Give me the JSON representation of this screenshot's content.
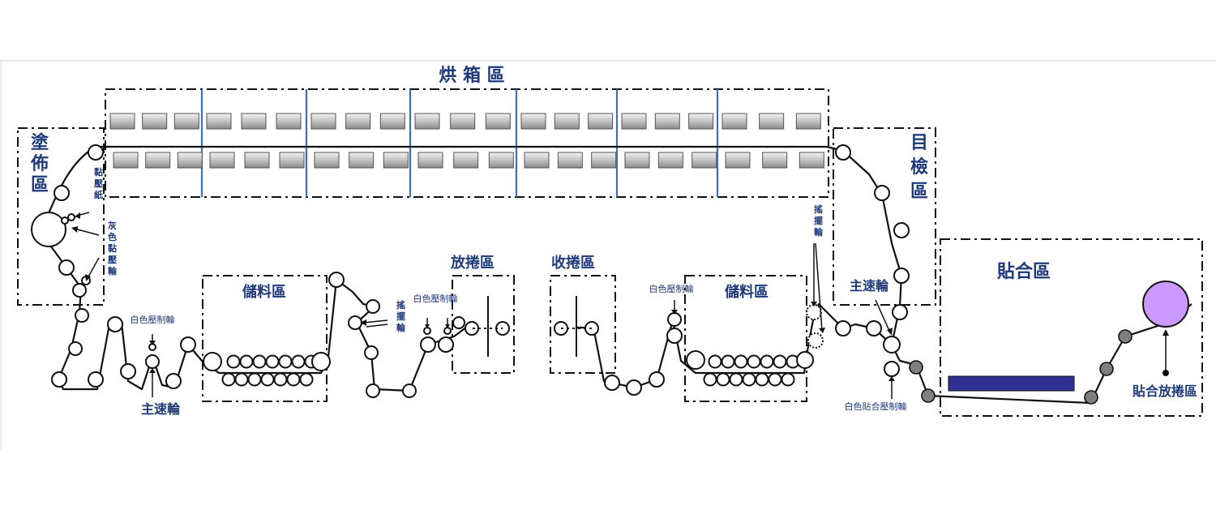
{
  "zones": {
    "oven": "烘 箱 區",
    "coating": "塗佈區",
    "inspection": "目檢區",
    "storage_left": "儲料區",
    "storage_right": "儲料區",
    "unwind": "放捲區",
    "rewind": "收捲區",
    "laminate": "貼合區"
  },
  "labels": {
    "release_paper": "黏壓紙",
    "gray_press_wheel": "灰色黏壓輪",
    "white_press_left": "白色壓制輪",
    "main_speed_left": "主速輪",
    "swing_left": "搖擺輪",
    "white_press_mid": "白色壓制輪",
    "white_press_right": "白色壓制輪",
    "swing_right": "搖擺輪",
    "main_speed_right": "主速輪",
    "white_laminate_press": "白色貼合壓制輪",
    "laminate_rewind": "貼合放捲區"
  },
  "colors": {
    "label_blue": "#1f3a7a",
    "separator_blue": "#3f6fb6",
    "heater_gray": "#b8b8b8",
    "laminate_bar": "#2e3192",
    "laminate_roll": "#cc99ff"
  }
}
